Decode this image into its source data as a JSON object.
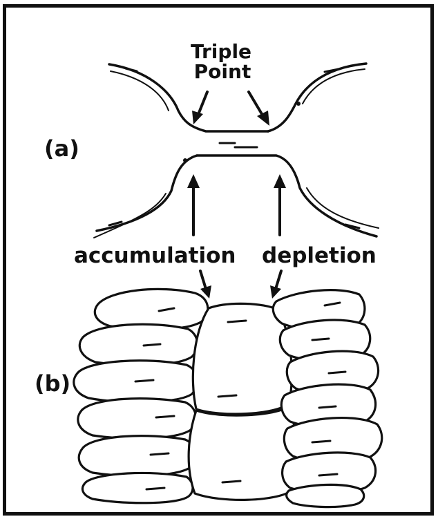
{
  "labels": {
    "panel_a": "(a)",
    "panel_b": "(b)",
    "triple_point_line1": "Triple",
    "triple_point_line2": "Point",
    "accumulation": "accumulation",
    "depletion": "depletion"
  },
  "colors": {
    "ink": "#111111",
    "paper": "#ffffff"
  }
}
